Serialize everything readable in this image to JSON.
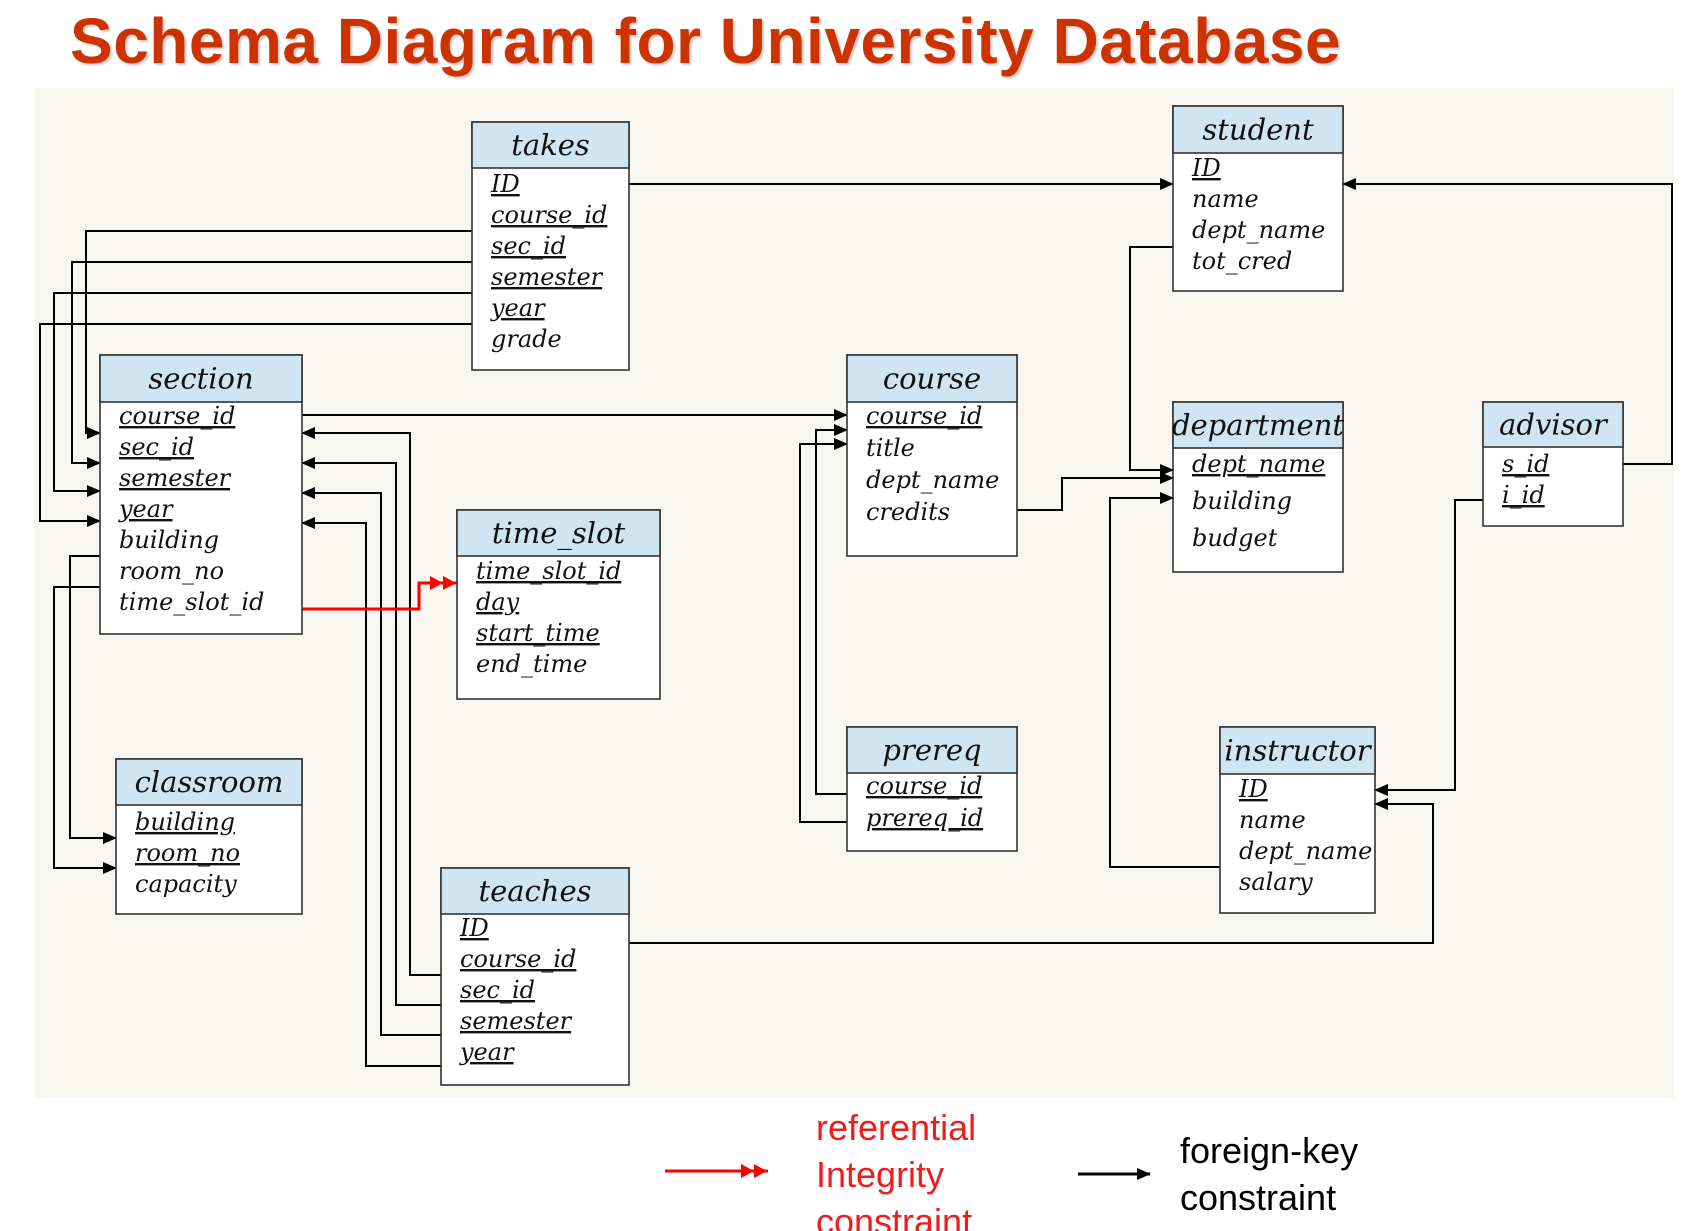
{
  "title": "Schema Diagram for University Database",
  "colors": {
    "title": "#cc3300",
    "table_header": "#cfe6f2",
    "foreign_key_line": "#000000",
    "referential_integrity_line": "#ff0000"
  },
  "tables": {
    "takes": {
      "name": "takes",
      "attrs": [
        "ID",
        "course_id",
        "sec_id",
        "semester",
        "year",
        "grade"
      ],
      "keys": [
        "ID",
        "course_id",
        "sec_id",
        "semester",
        "year"
      ]
    },
    "student": {
      "name": "student",
      "attrs": [
        "ID",
        "name",
        "dept_name",
        "tot_cred"
      ],
      "keys": [
        "ID"
      ]
    },
    "section": {
      "name": "section",
      "attrs": [
        "course_id",
        "sec_id",
        "semester",
        "year",
        "building",
        "room_no",
        "time_slot_id"
      ],
      "keys": [
        "course_id",
        "sec_id",
        "semester",
        "year"
      ]
    },
    "course": {
      "name": "course",
      "attrs": [
        "course_id",
        "title",
        "dept_name",
        "credits"
      ],
      "keys": [
        "course_id"
      ]
    },
    "department": {
      "name": "department",
      "attrs": [
        "dept_name",
        "building",
        "budget"
      ],
      "keys": [
        "dept_name"
      ]
    },
    "advisor": {
      "name": "advisor",
      "attrs": [
        "s_id",
        "i_id"
      ],
      "keys": [
        "s_id",
        "i_id"
      ]
    },
    "time_slot": {
      "name": "time_slot",
      "attrs": [
        "time_slot_id",
        "day",
        "start_time",
        "end_time"
      ],
      "keys": [
        "time_slot_id",
        "day",
        "start_time"
      ]
    },
    "prereq": {
      "name": "prereq",
      "attrs": [
        "course_id",
        "prereq_id"
      ],
      "keys": [
        "course_id",
        "prereq_id"
      ]
    },
    "instructor": {
      "name": "instructor",
      "attrs": [
        "ID",
        "name",
        "dept_name",
        "salary"
      ],
      "keys": [
        "ID"
      ]
    },
    "classroom": {
      "name": "classroom",
      "attrs": [
        "building",
        "room_no",
        "capacity"
      ],
      "keys": [
        "building",
        "room_no"
      ]
    },
    "teaches": {
      "name": "teaches",
      "attrs": [
        "ID",
        "course_id",
        "sec_id",
        "semester",
        "year"
      ],
      "keys": [
        "ID",
        "course_id",
        "sec_id",
        "semester",
        "year"
      ]
    }
  },
  "legend": {
    "referential": [
      "referential",
      "Integrity",
      "constraint"
    ],
    "foreign_key": [
      "foreign-key",
      "constraint"
    ]
  }
}
